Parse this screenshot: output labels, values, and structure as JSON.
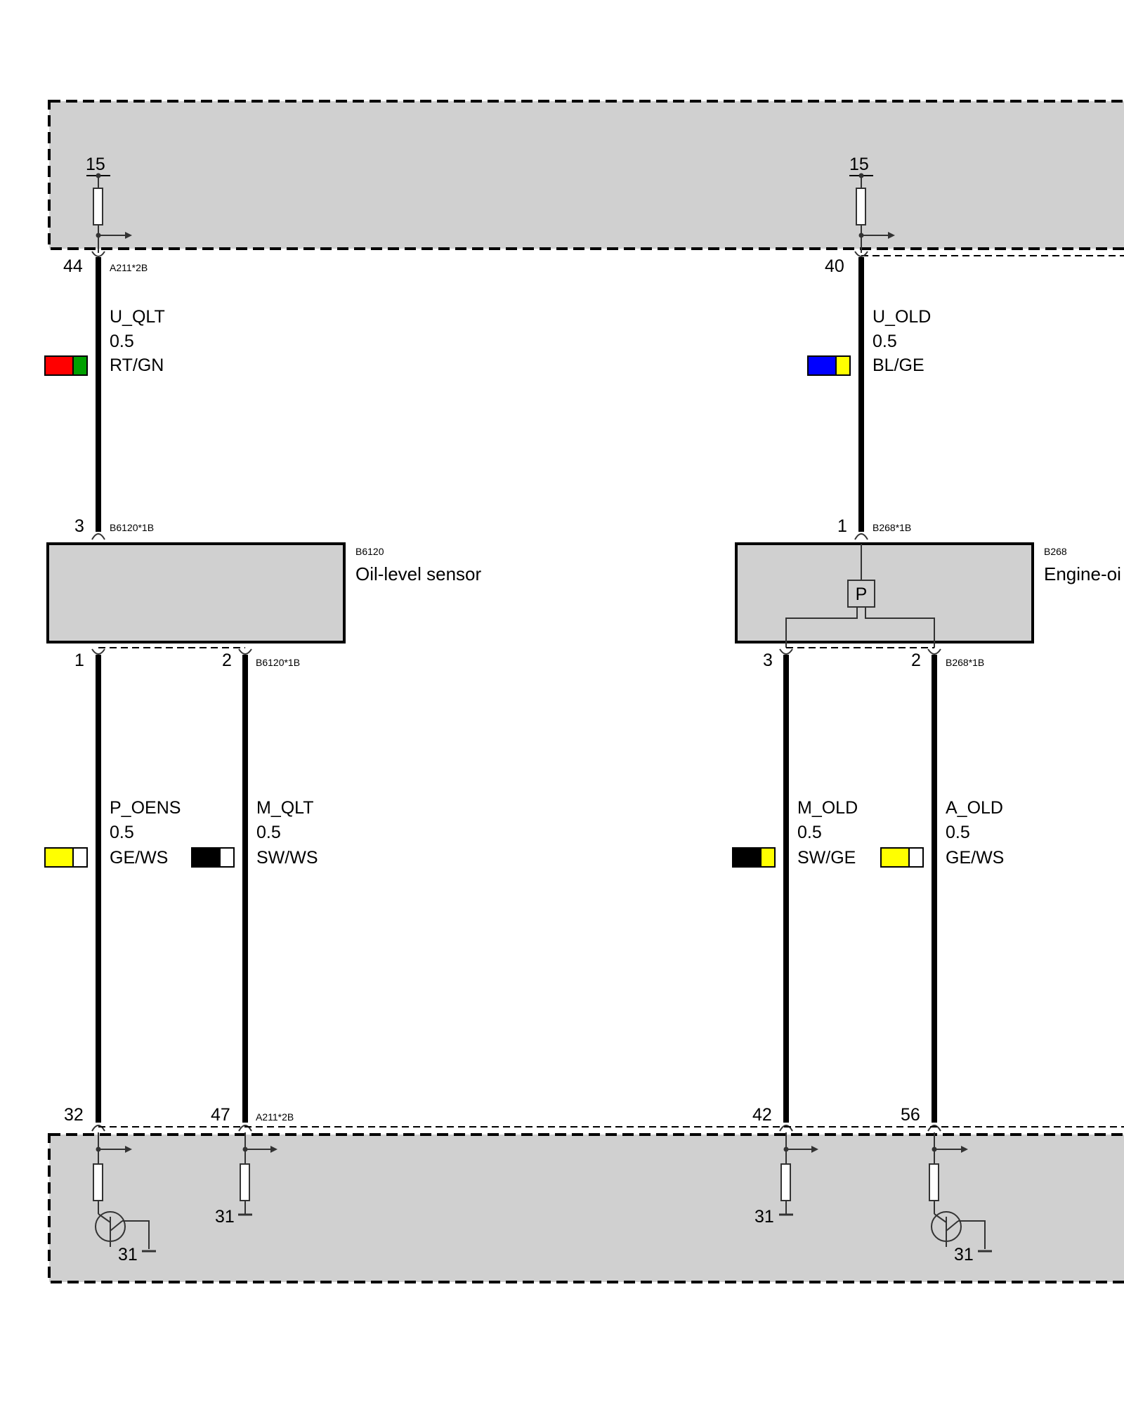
{
  "colors": {
    "RT": "#ff0000",
    "GN": "#00a000",
    "BL": "#0000ff",
    "GE": "#ffff00",
    "WS": "#ffffff",
    "SW": "#000000",
    "module_fill": "#d0d0d0"
  },
  "top_module": {
    "supply_terminal_left": "15",
    "supply_terminal_right": "15"
  },
  "bottom_module": {
    "ground_left_transistor": "31",
    "ground_left_resistor": "31",
    "ground_right_resistor": "31",
    "ground_right_transistor": "31"
  },
  "connectors": {
    "a211_top": "A211*2B",
    "a211_bottom": "A211*2B",
    "b6120_top": "B6120*1B",
    "b6120_bottom": "B6120*1B",
    "b268_top": "B268*1B",
    "b268_bottom": "B268*1B"
  },
  "components": {
    "b6120": {
      "id": "B6120",
      "name": "Oil-level sensor"
    },
    "b268": {
      "id": "B268",
      "name": "Engine-oi",
      "symbol": "P"
    }
  },
  "wires": {
    "u_qlt": {
      "signal": "U_QLT",
      "size": "0.5",
      "color": "RT/GN",
      "pin_top": "44",
      "pin_bottom": "3"
    },
    "u_old": {
      "signal": "U_OLD",
      "size": "0.5",
      "color": "BL/GE",
      "pin_top": "40",
      "pin_bottom": "1"
    },
    "p_oens": {
      "signal": "P_OENS",
      "size": "0.5",
      "color": "GE/WS",
      "pin_top": "1",
      "pin_bottom": "32"
    },
    "m_qlt": {
      "signal": "M_QLT",
      "size": "0.5",
      "color": "SW/WS",
      "pin_top": "2",
      "pin_bottom": "47"
    },
    "m_old": {
      "signal": "M_OLD",
      "size": "0.5",
      "color": "SW/GE",
      "pin_top": "3",
      "pin_bottom": "42"
    },
    "a_old": {
      "signal": "A_OLD",
      "size": "0.5",
      "color": "GE/WS",
      "pin_top": "2",
      "pin_bottom": "56"
    }
  }
}
